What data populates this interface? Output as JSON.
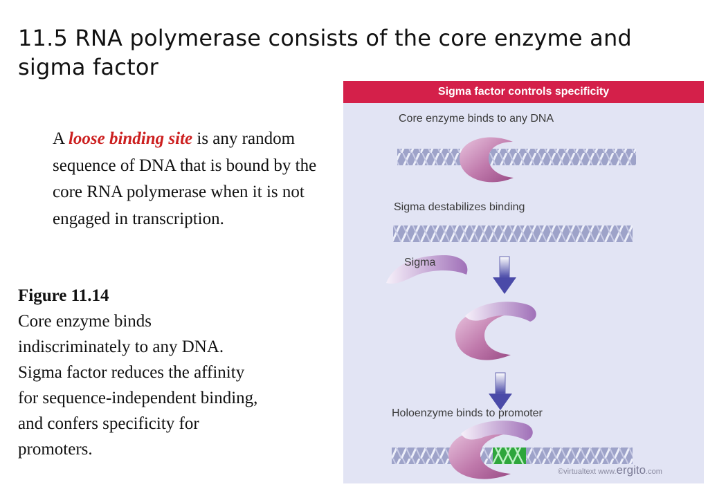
{
  "slide": {
    "title": "11.5 RNA polymerase consists of the core enzyme and sigma factor"
  },
  "paragraph": {
    "prefix": "A ",
    "emphasis": "loose binding site",
    "rest": " is any random sequence of DNA that is bound by the core RNA polymerase when it is not engaged in transcription."
  },
  "figure": {
    "label": "Figure 11.14",
    "caption_lines": [
      "Core enzyme binds",
      "indiscriminately to any DNA.",
      "Sigma factor reduces the affinity",
      "for sequence-independent binding,",
      "and confers specificity for",
      "promoters."
    ]
  },
  "diagram": {
    "header": "Sigma factor controls specificity",
    "step1_label": "Core enzyme binds to any DNA",
    "step2_label": "Sigma destabilizes binding",
    "sigma_label": "Sigma",
    "step3_label": "Holoenzyme binds to promoter",
    "credit_small": "©virtualtext  www.",
    "credit_brand": "ergito",
    "credit_suffix": ".com",
    "colors": {
      "header": "#d4204a",
      "panel_bg": "#e2e4f4",
      "dna_strand": "#a4a8cc",
      "enzyme": "#b8609c",
      "sigma": "#a070b8",
      "arrow": "#5a5ab8",
      "promoter": "#2ea63c"
    }
  }
}
